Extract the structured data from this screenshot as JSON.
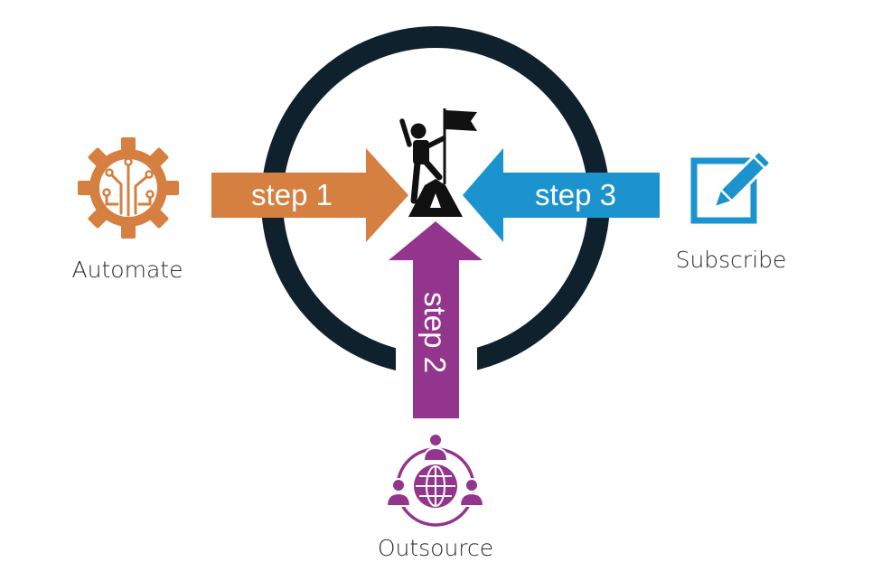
{
  "colors": {
    "ring": "#10212e",
    "automate": "#d57f40",
    "outsource": "#93358d",
    "subscribe": "#1b93cf",
    "goal": "#111111"
  },
  "icons": {
    "goal": "climber-with-flag-icon",
    "automate": "gear-circuit-icon",
    "outsource": "globe-people-network-icon",
    "subscribe": "pencil-on-square-icon"
  },
  "steps": {
    "step1": "step 1",
    "step2": "step 2",
    "step3": "step 3"
  },
  "labels": {
    "automate": "Automate",
    "outsource": "Outsource",
    "subscribe": "Subscribe"
  }
}
